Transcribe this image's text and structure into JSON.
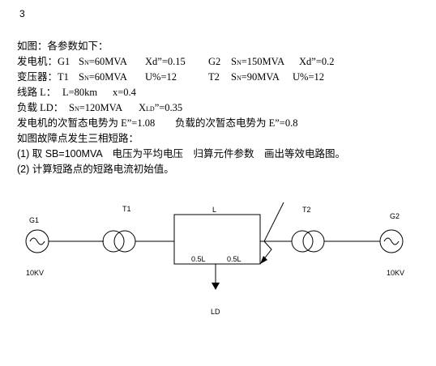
{
  "problem_number": "3",
  "intro": "如图：各参数如下：",
  "generator_line": {
    "prefix": "发电机：G1",
    "g1_sn_sym": "S",
    "g1_sn_sub": "N",
    "g1_sn_val": "=60MVA",
    "g1_xd": "Xd”=0.15",
    "g2_name": "G2",
    "g2_sn_sym": "S",
    "g2_sn_sub": "N",
    "g2_sn_val": "=150MVA",
    "g2_xd": "Xd”=0.2"
  },
  "transformer_line": {
    "prefix": "变压器：T1",
    "t1_sn_sym": "S",
    "t1_sn_sub": "N",
    "t1_sn_val": "=60MVA",
    "t1_u": "U%=12",
    "t2_name": "T2",
    "t2_sn_sym": "S",
    "t2_sn_sub": "N",
    "t2_sn_val": "=90MVA",
    "t2_u": "U%=12"
  },
  "line_line": {
    "prefix": "线路 L：",
    "length": "L=80km",
    "x": "x=0.4"
  },
  "load_line": {
    "prefix": "负载 LD：",
    "sn_sym": "S",
    "sn_sub": "N",
    "sn_val": "=120MVA",
    "x_sym": "X",
    "x_sub": "LD",
    "x_val": "”=0.35"
  },
  "emf_line": {
    "gen": "发电机的次暂态电势为 E”=1.08",
    "load": "负载的次暂态电势为 E”=0.8"
  },
  "fault_line": "如图故障点发生三相短路：",
  "task1": "(1) 取 SB=100MVA　电压为平均电压　归算元件参数　画出等效电路图。",
  "task2": "(2) 计算短路点的短路电流初始值。",
  "diagram": {
    "g1_label": "G1",
    "g1_voltage": "10KV",
    "t1_label": "T1",
    "line_label": "L",
    "half1": "0.5L",
    "half2": "0.5L",
    "load_label": "LD",
    "t2_label": "T2",
    "g2_label": "G2",
    "g2_voltage": "10KV"
  }
}
